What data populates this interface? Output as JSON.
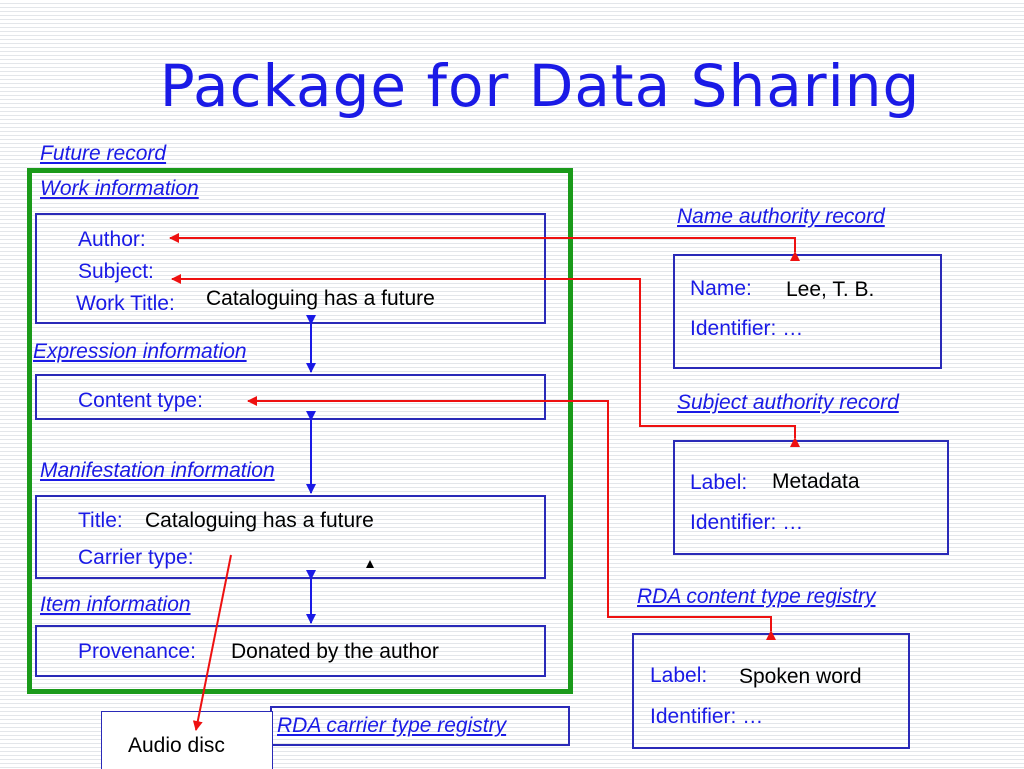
{
  "title": "Package for Data Sharing",
  "future_record": "Future record",
  "work": {
    "heading": "Work information",
    "author_label": "Author:",
    "subject_label": "Subject:",
    "work_title_label": "Work Title:",
    "work_title_value": "Cataloguing has a future"
  },
  "expression": {
    "heading": "Expression information",
    "content_type_label": "Content type:"
  },
  "manifestation": {
    "heading": "Manifestation information",
    "title_label": "Title:",
    "title_value": "Cataloguing has a future",
    "carrier_type_label": "Carrier type:"
  },
  "item": {
    "heading": "Item information",
    "provenance_label": "Provenance:",
    "provenance_value": "Donated by the author"
  },
  "name_authority": {
    "heading": "Name authority record",
    "name_label": "Name:",
    "name_value": "Lee, T. B.",
    "identifier": "Identifier: …"
  },
  "subject_authority": {
    "heading": "Subject authority record",
    "label_label": "Label:",
    "label_value": "Metadata",
    "identifier": "Identifier: …"
  },
  "content_registry": {
    "heading": "RDA content type registry",
    "label_label": "Label:",
    "label_value": "Spoken word",
    "identifier": "Identifier: …"
  },
  "carrier_registry": {
    "heading": "RDA carrier type registry",
    "value": "Audio disc"
  },
  "colors": {
    "title": "#1a1ae6",
    "box_border": "#2a2ab8",
    "record_border": "#1a9a1a",
    "arrow_red": "#ee1111",
    "connector_blue": "#1a1ae6"
  }
}
